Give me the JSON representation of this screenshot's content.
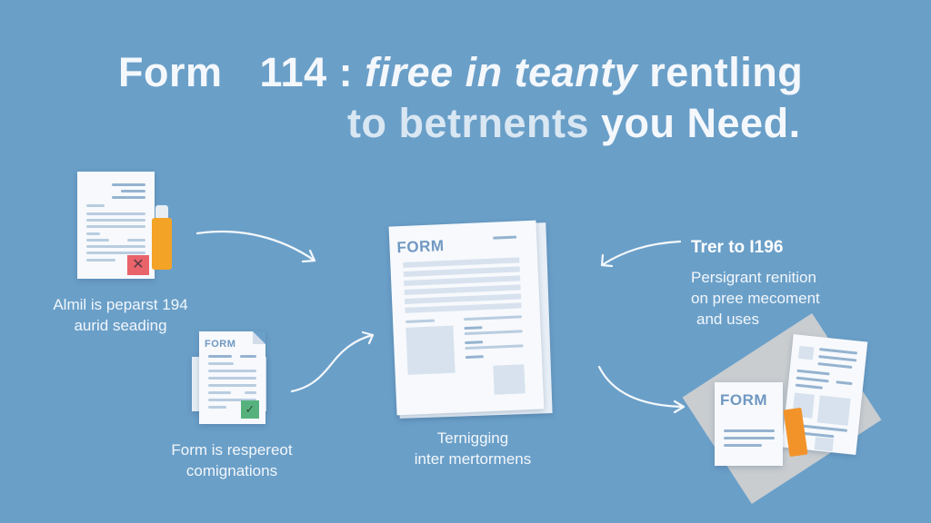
{
  "title": {
    "line1_form": "Form",
    "line1_number": "114 :",
    "line1_italic": "firee in teanty",
    "line1_rest": "rentling",
    "line2_faded": "to betrnents",
    "line2_bright": "you Need."
  },
  "steps": {
    "top_left": {
      "caption_line1": "Almil is peparst 194",
      "caption_line2": "aurid seading",
      "stamp_icon": "x-mark"
    },
    "bottom_left": {
      "form_label": "FORM",
      "caption_line1": "Form is respereot",
      "caption_line2": "comignations",
      "stamp_icon": "check-mark"
    },
    "center": {
      "form_label": "FORM",
      "caption_line1": "Ternigging",
      "caption_line2": "inter mertormens"
    },
    "right": {
      "title": "Trer to I196",
      "caption_line1": "Persigrant renition",
      "caption_line2": "on pree mecoment",
      "caption_line3": "and uses",
      "form_label": "FORM"
    }
  },
  "icons": {
    "x_mark": "✕",
    "check_mark": "✓"
  },
  "colors": {
    "background": "#6a9fc8",
    "paper": "#f7f9fc",
    "accent_orange": "#f3a326",
    "stamp_red": "#e8636a",
    "stamp_green": "#56b27d",
    "form_label": "#6f98c2"
  }
}
